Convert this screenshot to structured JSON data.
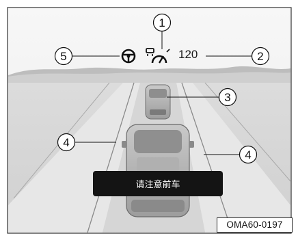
{
  "hud": {
    "speed_value": "120",
    "steering_icon": "steering-wheel-icon",
    "adaptive_cruise_icon": "adaptive-cruise-gauge-icon"
  },
  "alert": {
    "message": "请注意前车"
  },
  "callouts": {
    "c1": "1",
    "c2": "2",
    "c3": "3",
    "c4a": "4",
    "c4b": "4",
    "c5": "5"
  },
  "figure_code": "OMA60-0197",
  "colors": {
    "sky": "#f2f2f2",
    "road": "#d8d8d8",
    "lane_band": "#e9e9e9",
    "alert_bg": "#141414",
    "border": "#333333"
  }
}
